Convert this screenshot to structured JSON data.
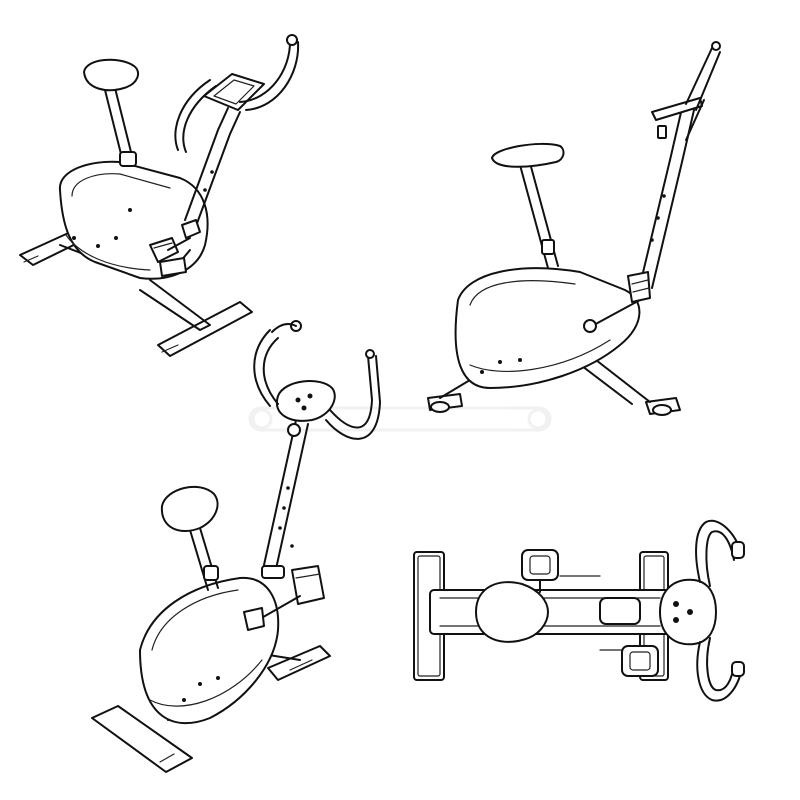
{
  "image": {
    "background": "#ffffff",
    "stroke_color": "#111111",
    "watermark_color": "#e6e6e6",
    "subject": "exercise-bike",
    "views": [
      {
        "name": "three-quarter-front-left"
      },
      {
        "name": "side"
      },
      {
        "name": "three-quarter-rear-right"
      },
      {
        "name": "top"
      }
    ]
  }
}
